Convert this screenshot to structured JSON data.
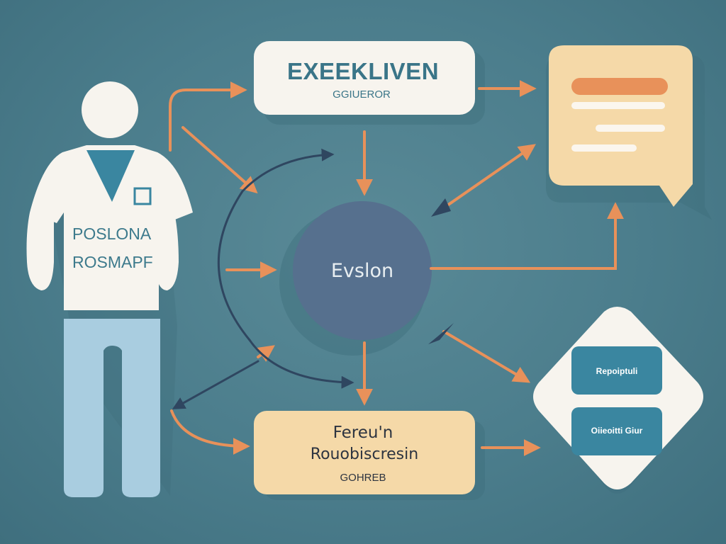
{
  "person": {
    "line1": "POSLONA",
    "line2": "ROSMAPF"
  },
  "top_box": {
    "title": "EXEEKLIVEN",
    "subtitle": "GGIUEROR"
  },
  "center_circle": {
    "label": "Evslon"
  },
  "bottom_box": {
    "line1": "Fereu'n",
    "line2": "Rouobiscresin",
    "line3": "GOHREB"
  },
  "diamond": {
    "pill1": "Repoiptuli",
    "pill2": "Oiieoitti Giur"
  },
  "colors": {
    "background": "#4b7d8c",
    "arrow_orange": "#e8915a",
    "arrow_navy": "#2f4660",
    "box_white": "#f7f4ee",
    "box_peach": "#f5d9a8",
    "circle": "#56708e",
    "pill": "#3a86a0",
    "shirt_accent": "#3a86a0",
    "pants": "#a9cde0"
  }
}
